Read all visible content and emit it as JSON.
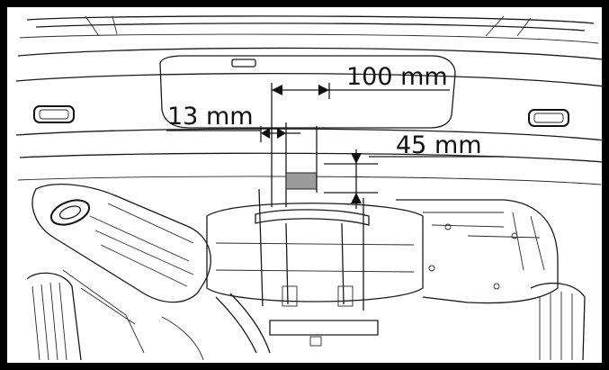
{
  "diagram": {
    "dimensions": [
      {
        "id": "dim-100",
        "label": "100 mm"
      },
      {
        "id": "dim-13",
        "label": "13 mm"
      },
      {
        "id": "dim-45",
        "label": "45 mm"
      }
    ]
  }
}
